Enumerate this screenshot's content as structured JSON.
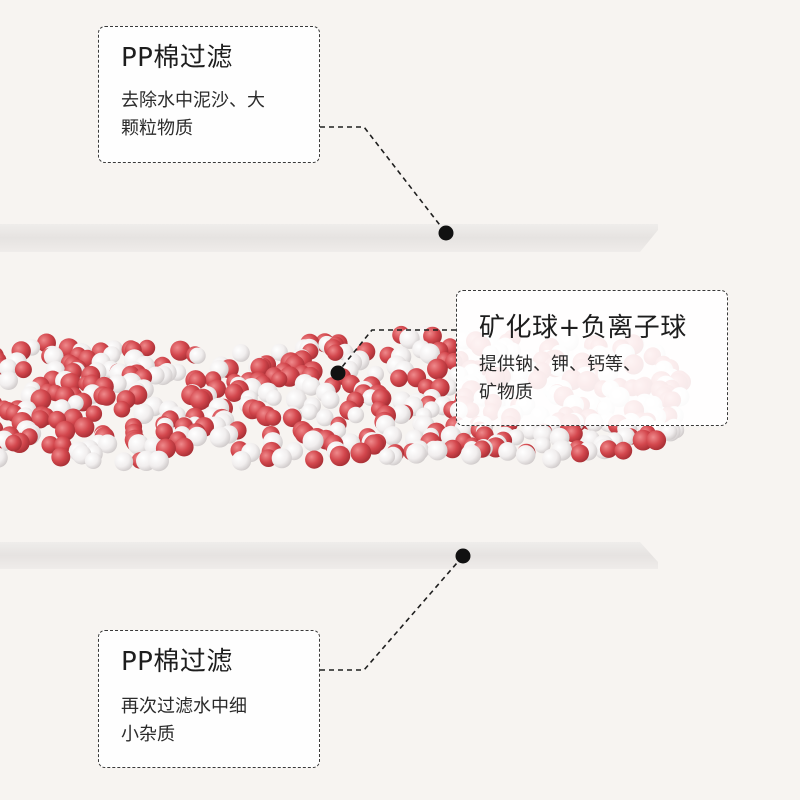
{
  "callouts": {
    "top": {
      "title": "PP棉过滤",
      "desc_lines": [
        "去除水中泥沙、大",
        "颗粒物质"
      ]
    },
    "middle": {
      "title": "矿化球+负离子球",
      "desc_lines": [
        "提供钠、钾、钙等、",
        "矿物质"
      ]
    },
    "bottom": {
      "title": "PP棉过滤",
      "desc_lines": [
        "再次过滤水中细",
        "小杂质"
      ]
    }
  },
  "colors": {
    "background": "#f7f4f1",
    "filter_layer": "#ebe8e6",
    "ball_red": "#d3474d",
    "ball_white": "#f4f2f2",
    "leader_line": "#1f1f1f"
  }
}
